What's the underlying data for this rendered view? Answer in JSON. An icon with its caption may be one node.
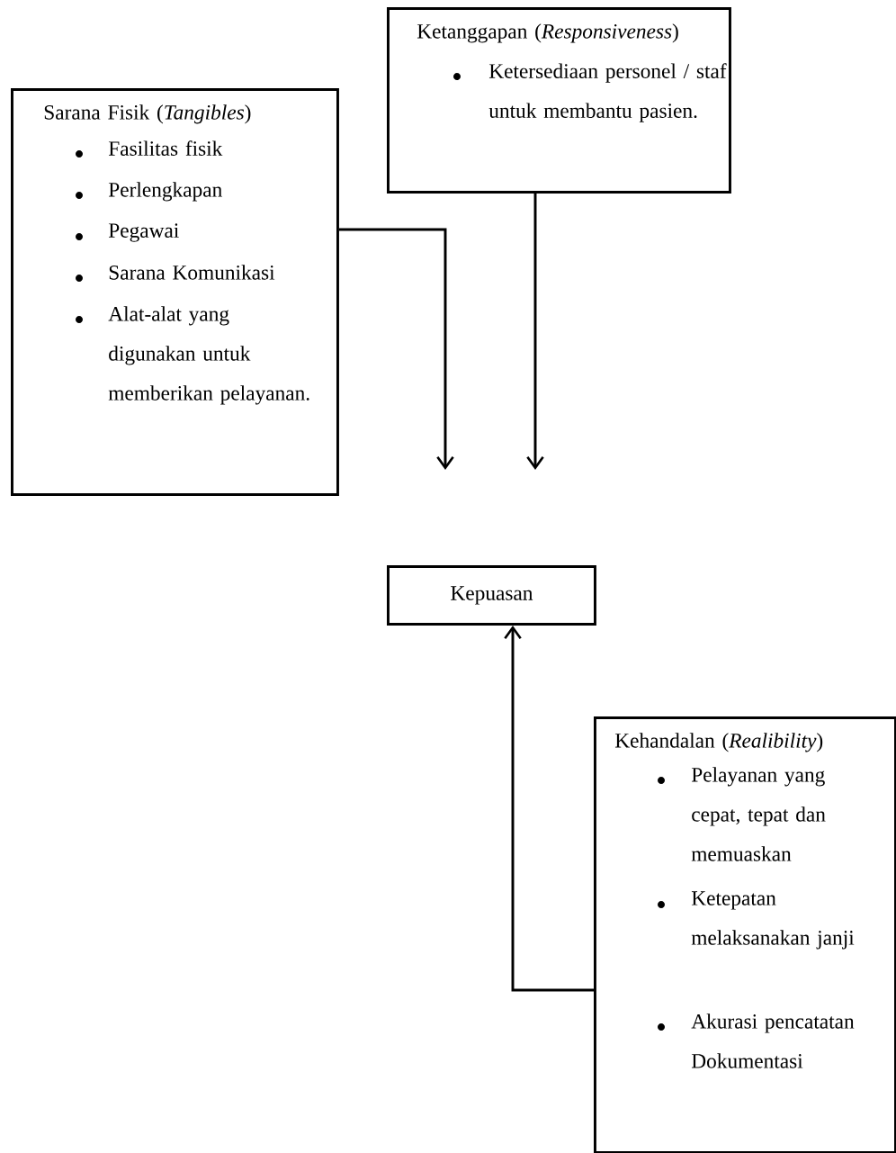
{
  "diagram": {
    "nodes": [
      {
        "text": [
          "Sarana Fisik (*Tangibles*)",
          "Fasilitas fisik",
          "Perlengkapan",
          "Pegawai",
          "Sarana Komunikasi",
          "Alat-alat yang digunakan untuk memberikan pelayanan."
        ]
      },
      {
        "text": [
          "Ketanggapan (*Responsiveness*)",
          "Ketersediaan personel / staf untuk membantu pasien."
        ]
      },
      {
        "text": [
          "Kepuasan"
        ]
      },
      {
        "text": [
          "Kehandalan (*Realibility*)",
          "Pelayanan yang cepat, tepat dan memuaskan",
          "Ketepatan melaksanakan janji",
          "Akurasi pencatatan Dokumentasi"
        ]
      }
    ],
    "edges": [
      {
        "from": 0,
        "to": null,
        "arrow": "to"
      },
      {
        "from": 1,
        "to": null,
        "arrow": "to"
      },
      {
        "from": 3,
        "to": 2,
        "arrow": "to"
      }
    ]
  }
}
